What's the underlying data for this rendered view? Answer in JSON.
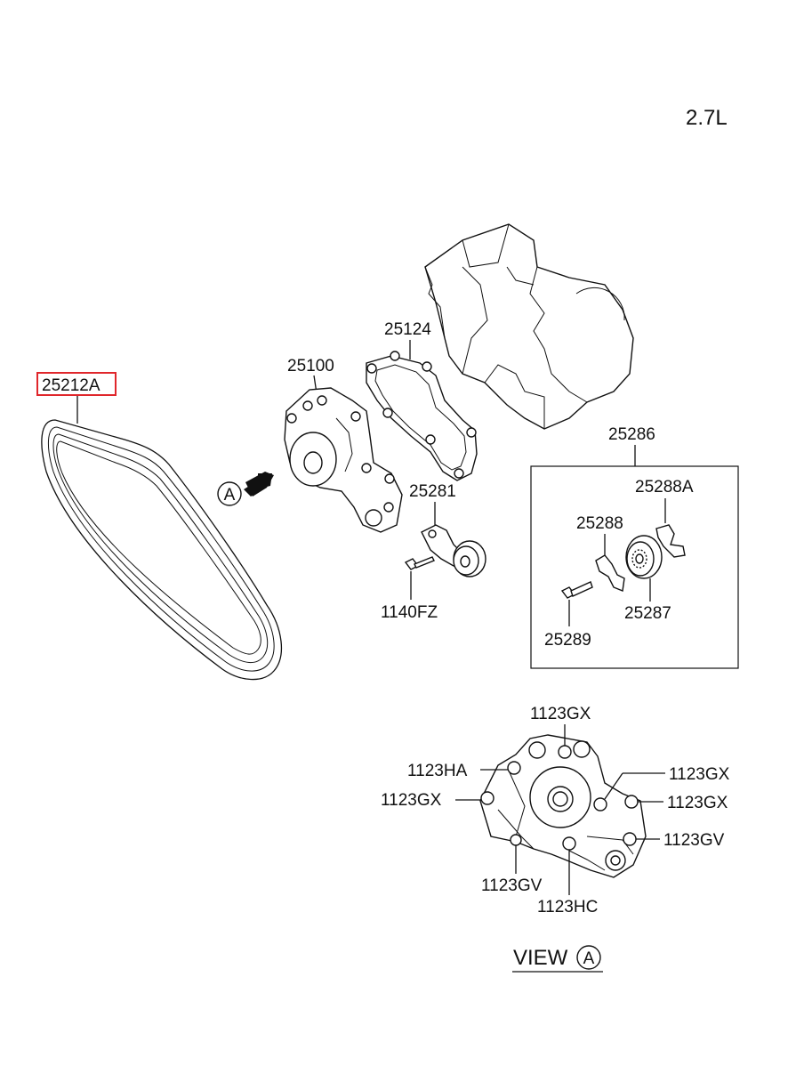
{
  "engine_label": "2.7L",
  "highlight_color": "#e0262b",
  "view_marker": "A",
  "view_label": "VIEW",
  "parts": {
    "belt": "25212A",
    "water_pump": "25100",
    "gasket": "25124",
    "tensioner": "25281",
    "tensioner_bolt": "1140FZ",
    "idler_kit": "25286",
    "idler_bracket_a": "25288A",
    "idler_bracket": "25288",
    "idler_pulley": "25287",
    "idler_bolt": "25289"
  },
  "bolts": {
    "top": "1123GX",
    "upper_left": "1123HA",
    "left": "1123GX",
    "upper_right": "1123GX",
    "right": "1123GX",
    "lower_right": "1123GV",
    "lower_left": "1123GV",
    "bottom": "1123HC"
  }
}
